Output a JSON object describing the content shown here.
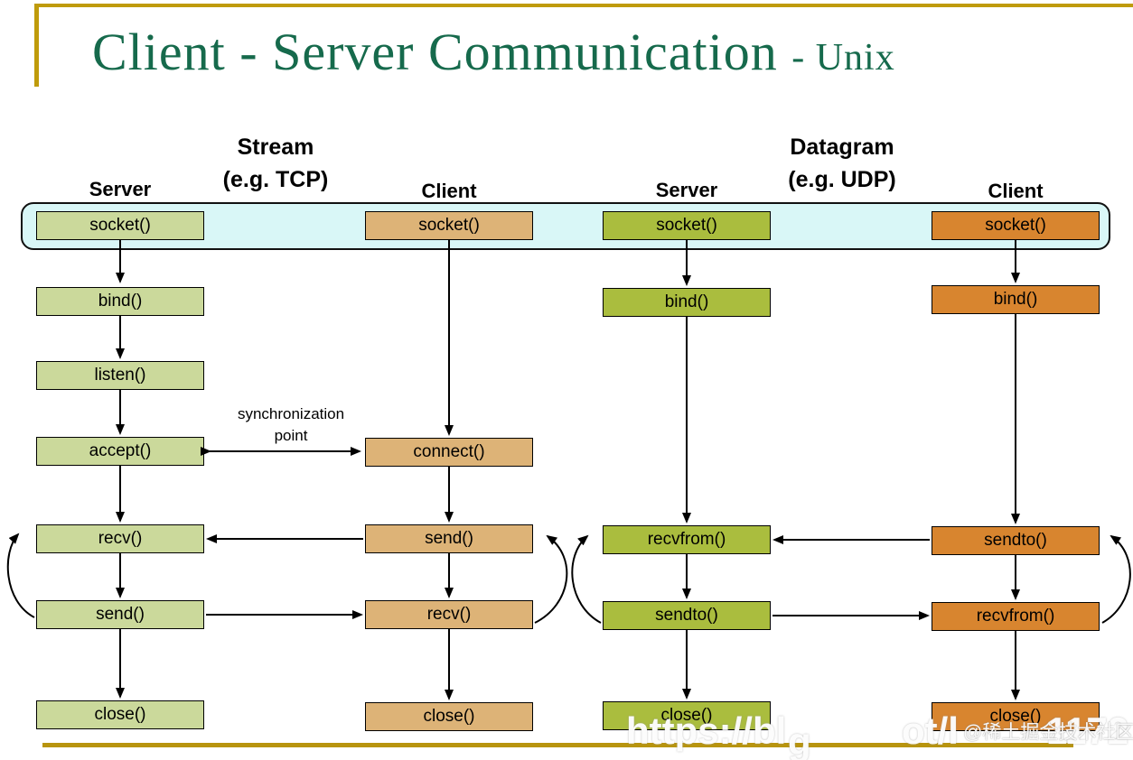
{
  "title": {
    "main": "Client - Server Communication",
    "suffix": "- Unix"
  },
  "groups": {
    "stream": {
      "title": "Stream",
      "subtitle": "(e.g. TCP)"
    },
    "datagram": {
      "title": "Datagram",
      "subtitle": "(e.g. UDP)"
    }
  },
  "columns": [
    {
      "id": "stream-server",
      "header": "Server",
      "boxes": [
        "socket()",
        "bind()",
        "listen()",
        "accept()",
        "recv()",
        "send()",
        "close()"
      ]
    },
    {
      "id": "stream-client",
      "header": "Client",
      "boxes": [
        "socket()",
        "connect()",
        "send()",
        "recv()",
        "close()"
      ]
    },
    {
      "id": "datagram-server",
      "header": "Server",
      "boxes": [
        "socket()",
        "bind()",
        "recvfrom()",
        "sendto()",
        "close()"
      ]
    },
    {
      "id": "datagram-client",
      "header": "Client",
      "boxes": [
        "socket()",
        "bind()",
        "sendto()",
        "recvfrom()",
        "close()"
      ]
    }
  ],
  "annotations": {
    "sync_line1": "synchronization",
    "sync_line2": "point"
  },
  "watermark": {
    "fragments": [
      "https://bl",
      "g",
      "ot/l",
      "1172"
    ],
    "badge": "@稀土掘金技术社区"
  },
  "colors": {
    "title_green": "#166a4c",
    "accent_gold": "#bf9b0b",
    "band_cyan": "#d9f7f7",
    "stream_server_box": "#cbd99b",
    "stream_client_box": "#ddb377",
    "datagram_server_box": "#aabd3e",
    "datagram_client_box": "#d8852f"
  }
}
